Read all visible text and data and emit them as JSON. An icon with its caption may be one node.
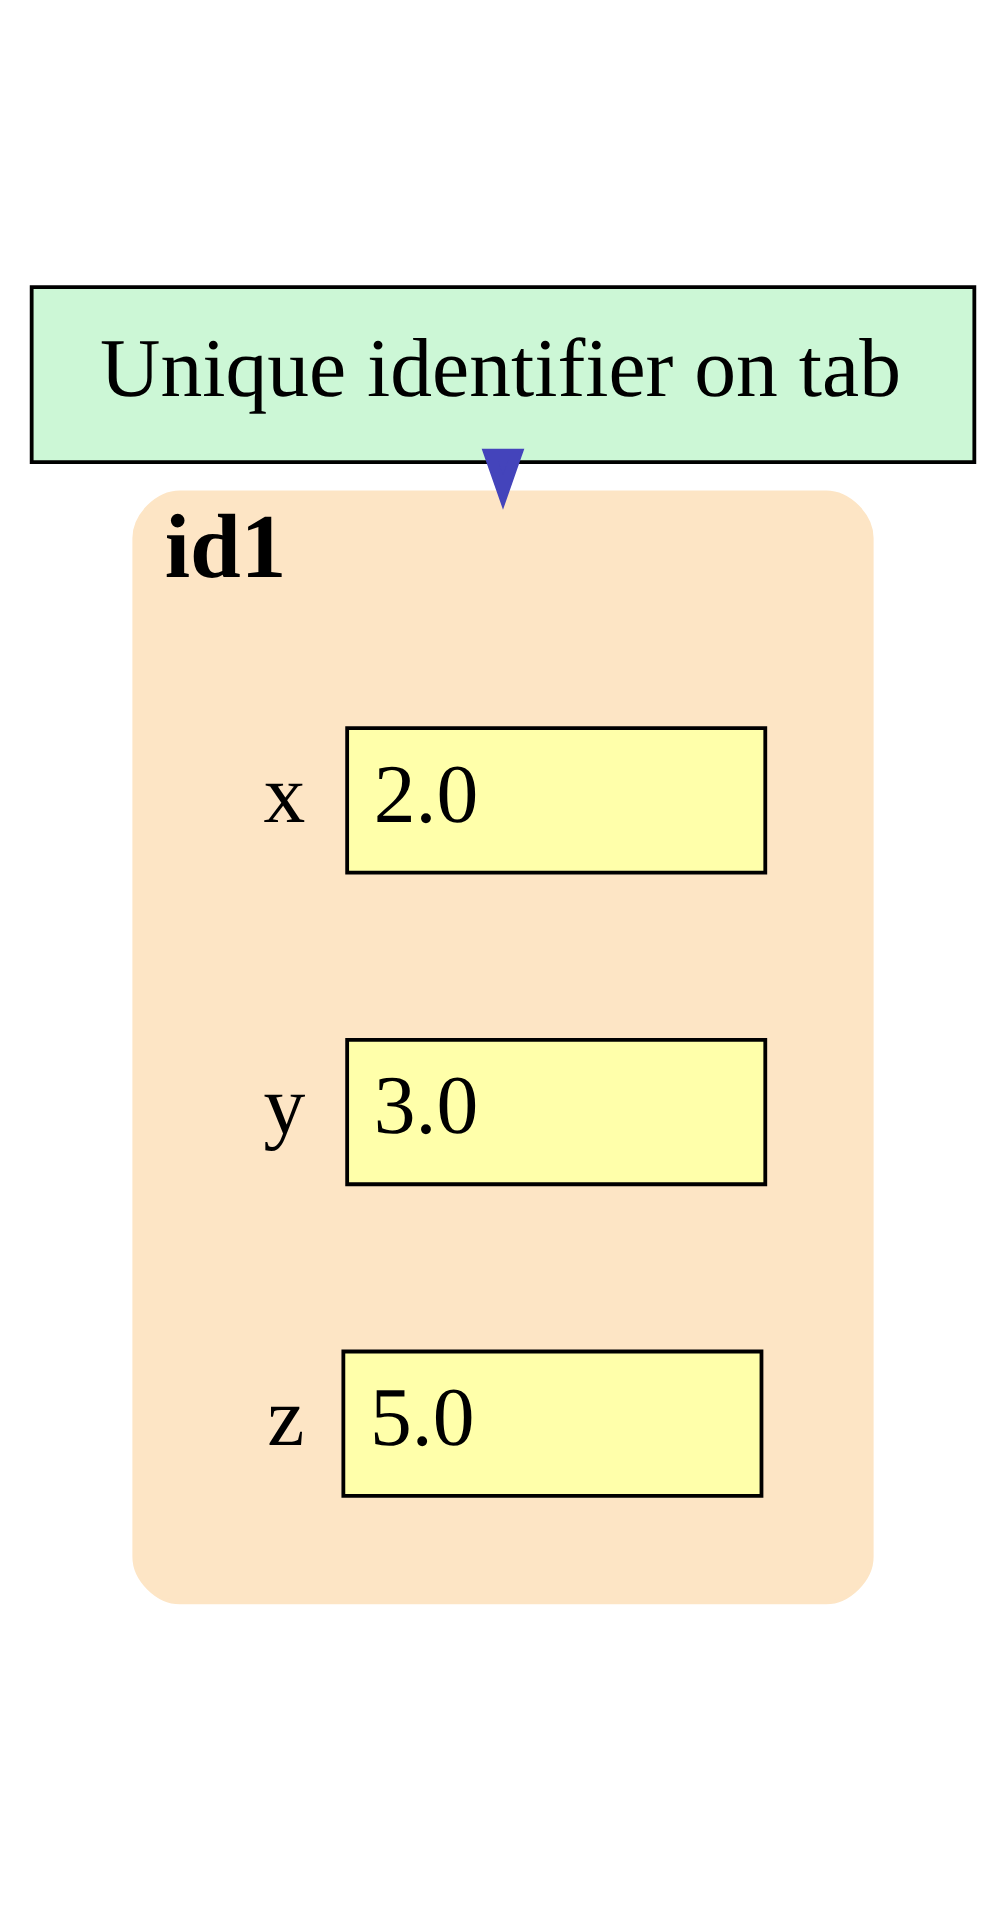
{
  "diagram": {
    "nodes": [
      {
        "text": [
          "Unique identifier on tab"
        ]
      },
      {
        "text": [
          "id1"
        ]
      },
      {
        "text": [
          "2.0"
        ],
        "in": 1,
        "beside": [
          "x"
        ]
      },
      {
        "text": [
          "3.0"
        ],
        "in": 1,
        "beside": [
          "y"
        ]
      },
      {
        "text": [
          "5.0"
        ],
        "in": 1,
        "beside": [
          "z"
        ]
      }
    ],
    "edges": [
      {
        "from": 0,
        "to": 1,
        "arrow": "to"
      }
    ]
  }
}
